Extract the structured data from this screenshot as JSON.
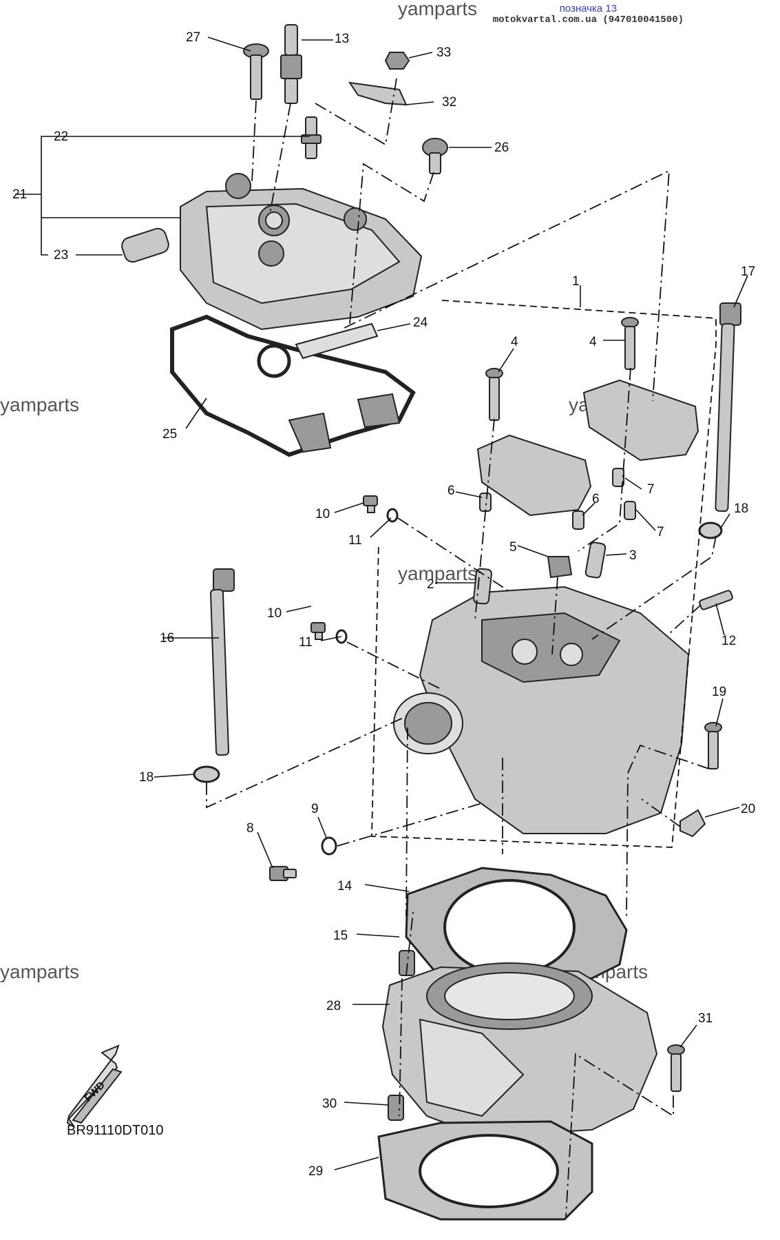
{
  "watermark": "yamparts",
  "header": {
    "tag_label": "позначка 13",
    "source": "motokvartal.com.ua (947010041500)"
  },
  "diagram_code": "BR91110DT010",
  "fwd_label": "FWD",
  "callouts": [
    "1",
    "2",
    "3",
    "4",
    "4",
    "5",
    "6",
    "6",
    "7",
    "7",
    "8",
    "9",
    "10",
    "10",
    "11",
    "11",
    "12",
    "13",
    "14",
    "15",
    "16",
    "17",
    "18",
    "18",
    "19",
    "20",
    "21",
    "22",
    "23",
    "24",
    "25",
    "26",
    "27",
    "28",
    "29",
    "30",
    "31",
    "32",
    "33"
  ]
}
